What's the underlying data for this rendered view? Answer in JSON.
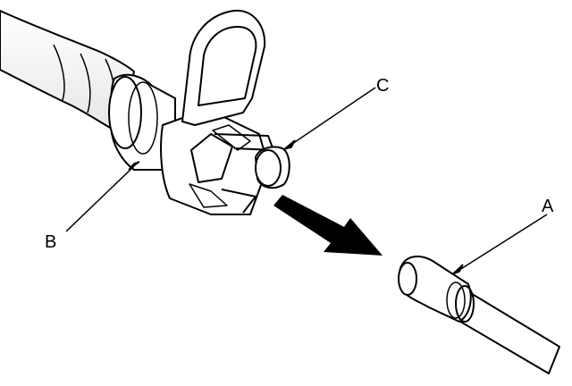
{
  "callouts": {
    "a": "A",
    "b": "B",
    "c": "C"
  },
  "colors": {
    "ink": "#000000",
    "paper": "#ffffff",
    "shade": "#cfcfcf"
  }
}
